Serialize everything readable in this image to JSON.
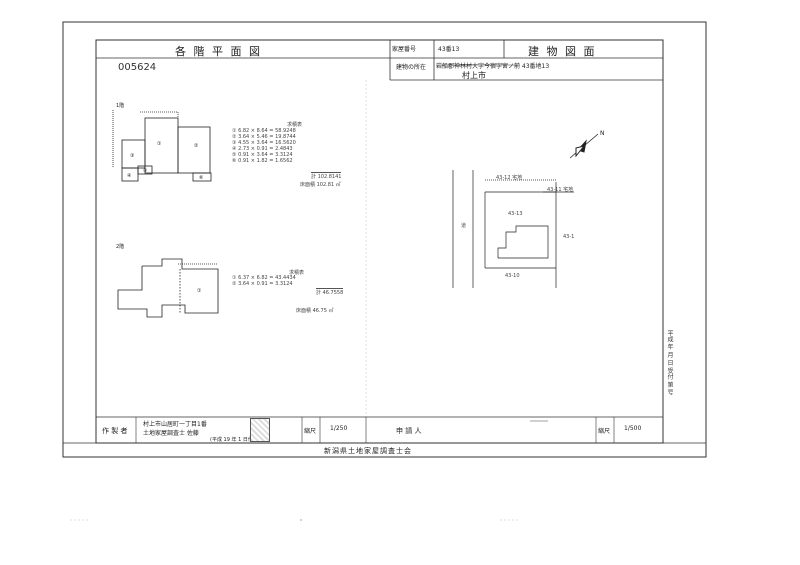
{
  "header": {
    "floor_plan_title": "各 階 平 面 図",
    "house_number_label": "家屋番号",
    "house_number_value": "43番13",
    "building_plan_title": "建 物 図 面",
    "location_label": "建物の所在",
    "location_value": "岩船郡神林村大字今宿字宮ノ前 43番地13",
    "location_correction": "村上市",
    "doc_number": "005624"
  },
  "floor1": {
    "label": "1階",
    "area_title": "求積表",
    "rows": [
      "① 6.82 × 8.64 = 58.9248",
      "② 3.64 × 5.46 = 19.8744",
      "③ 4.55 × 3.64 = 16.5620",
      "④ 2.73 × 0.91 = 2.4843",
      "⑤ 0.91 × 3.64 = 3.3124",
      "⑥ 0.91 × 1.82 = 1.6562"
    ],
    "sum": "計 102.8141",
    "area_total": "床面積 102.81 ㎡"
  },
  "floor2": {
    "label": "2階",
    "area_title": "求積表",
    "rows": [
      "① 6.37 × 6.82 = 43.4434",
      "② 3.64 × 0.91 = 3.3124"
    ],
    "sum": "計 46.7558",
    "area_total": "床面積 46.75 ㎡"
  },
  "site": {
    "top_lot": "43-12 宅地",
    "neighbor_lot": "43-11 宅地",
    "main_lot": "43-13",
    "right_lot": "43-1",
    "bottom_lot": "43-10",
    "road": "道"
  },
  "footer": {
    "maker_label": "作 製 者",
    "maker_address": "村上市山居町一丁目1番",
    "maker_name": "土地家屋調査士 佐藤",
    "maker_date": "(平成 19 年 1 日作成)",
    "scale_label": "縮尺",
    "scale_left": "1/250",
    "applicant_label": "申 請 人",
    "scale_label_2": "縮尺",
    "scale_right": "1/500",
    "association": "新潟県土地家屋調査士会"
  },
  "side_stamp": "平成 年 月 日 受付 第 号"
}
